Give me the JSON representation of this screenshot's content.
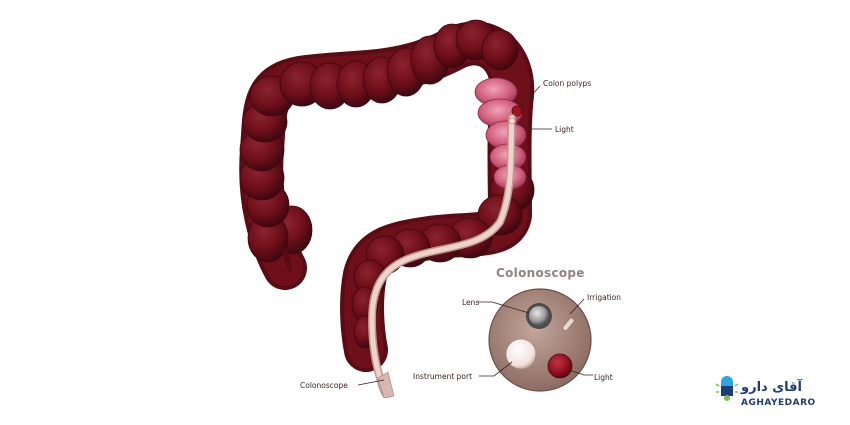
{
  "diagram": {
    "title": "Colonoscope",
    "labels": {
      "colon_polyps": "Colon polyps",
      "light_top": "Light",
      "lens": "Lens",
      "irrigation": "Irrigation",
      "instrument_port": "Instrument port",
      "light_tip": "Light",
      "colonoscope": "Colonoscope"
    }
  },
  "colors": {
    "colon": "#6e0f19",
    "colon_dark": "#4a0a12",
    "colon_highlight": "#a55560",
    "polyp_region": "#d0607e",
    "tube": "#e8c6bd",
    "tip_disc": "#ac8b80",
    "light_red": "#8c0f1f",
    "brand": "#1d3c78",
    "brand_accent": "#2aa7e0"
  },
  "brand": {
    "name_latin": "AGHAYEDARO",
    "name_farsi": "آقای دارو",
    "icon": "capsule-logo-icon"
  }
}
